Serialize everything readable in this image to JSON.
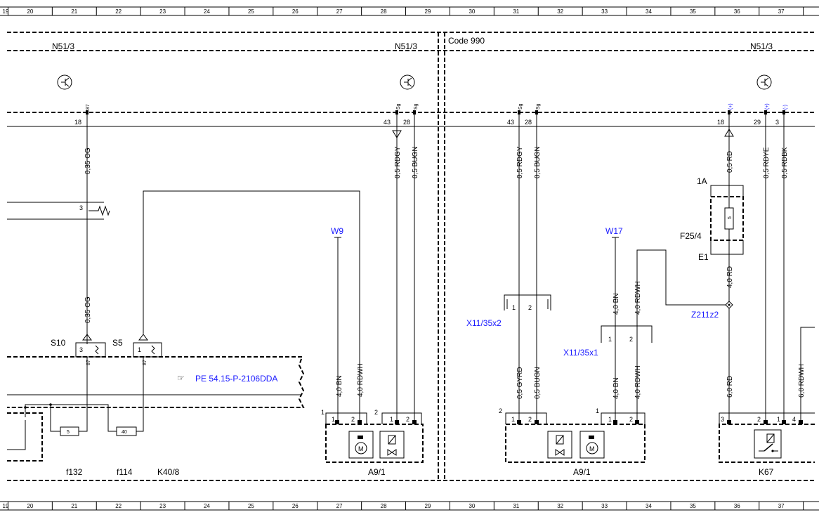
{
  "grid": {
    "columns": [
      "19",
      "20",
      "21",
      "22",
      "23",
      "24",
      "25",
      "26",
      "27",
      "28",
      "29",
      "30",
      "31",
      "32",
      "33",
      "34",
      "35",
      "36",
      "37"
    ]
  },
  "headers": {
    "left_module": "N51/3",
    "mid_module": "N51/3",
    "code_note": "Code 990",
    "right_module": "N51/3"
  },
  "pins_top": {
    "p18a": "18",
    "p43a": "43",
    "p28a": "28",
    "p43b": "43",
    "p28b": "28",
    "p18b": "18",
    "p29": "29",
    "p3": "3"
  },
  "pin_tags": {
    "t87": "87",
    "sg": "Sg",
    "plus": "(+)",
    "minus": "(-)"
  },
  "wires": {
    "og_top": "0,35 OG",
    "og_bot": "0,35 OG",
    "rdgy_a": "0,5 RDGY",
    "bugn_a": "0,5 BUGN",
    "rdgy_b": "0,5 RDGY",
    "bugn_b": "0,5 BUGN",
    "rd_05": "0,5 RD",
    "rdye": "0,5 RDYE",
    "rdbk": "0,5 RDBK",
    "rd_40": "4,0 RD",
    "bn_w17": "4,0 BN",
    "rdwh_w17": "4,0 RDWH",
    "bn_w9": "4,0 BN",
    "rdwh_w9": "4,0 RDWH",
    "gyrd": "0,5 GYRD",
    "bugn_c": "0,5 BUGN",
    "bn_c": "4,0 BN",
    "rdwh_c": "4,0 RDWH",
    "rd_60": "6,0 RD",
    "rdwh_k67": "6,0 RDWH"
  },
  "ground_points": {
    "w9": "W9",
    "w17": "W17"
  },
  "fuse": {
    "name": "F25/4",
    "amp": "5",
    "in_label": "1A",
    "out_label": "E1"
  },
  "splice": "Z211z2",
  "connectors": {
    "x11_35x2": "X11/35x2",
    "x11_35x1": "X11/35x1",
    "pin1": "1",
    "pin2": "2"
  },
  "switches": {
    "s10": "S10",
    "s5": "S5",
    "pin3": "3",
    "pin1": "1"
  },
  "reference": {
    "text": "PE 54.15-P-2106DDA"
  },
  "fuses_bottom": {
    "f132": "f132",
    "f114": "f114",
    "f132_amp": "5",
    "f114_amp": "40"
  },
  "components": {
    "k40_8": "K40/8",
    "a9_1_left": "A9/1",
    "a9_1_right": "A9/1",
    "k67": "K67"
  },
  "comp_pins": {
    "one": "1",
    "two": "2",
    "three": "3",
    "four": "4"
  }
}
